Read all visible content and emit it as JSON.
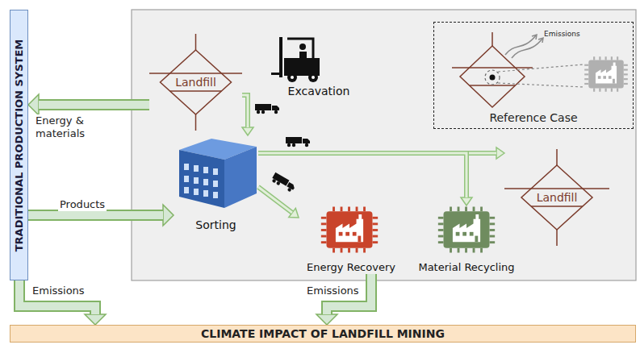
{
  "diagram": {
    "nodes": [
      {
        "text": [
          "TRADITIONAL PRODUCTION SYSTEM"
        ]
      },
      {
        "text": [
          "Landfill"
        ]
      },
      {
        "text": [
          "Excavation"
        ]
      },
      {
        "text": [
          "Sorting"
        ]
      },
      {
        "text": [
          "Energy Recovery"
        ]
      },
      {
        "text": [
          "Material Recycling"
        ]
      },
      {
        "text": [
          "Landfill"
        ]
      },
      {
        "text": [
          "Reference Case"
        ]
      },
      {
        "text": [
          "CLIMATE IMPACT OF LANDFILL MINING"
        ]
      }
    ],
    "edges": [
      {
        "from": 1,
        "to": 3,
        "arrow": "to"
      },
      {
        "from": 3,
        "to": 6,
        "arrow": "to"
      },
      {
        "from": 3,
        "to": 5,
        "arrow": "to"
      },
      {
        "from": 3,
        "to": 4,
        "arrow": "to"
      },
      {
        "from": 1,
        "to": 0,
        "label": "Energy & materials",
        "arrow": "to"
      },
      {
        "from": 0,
        "to": 3,
        "label": "Products",
        "arrow": "to"
      },
      {
        "from": 0,
        "to": 8,
        "label": "Emissions",
        "arrow": "to"
      },
      {
        "from": 4,
        "to": 8,
        "label": "Emissions",
        "arrow": "to"
      }
    ],
    "labels": [
      "Emissions"
    ]
  }
}
